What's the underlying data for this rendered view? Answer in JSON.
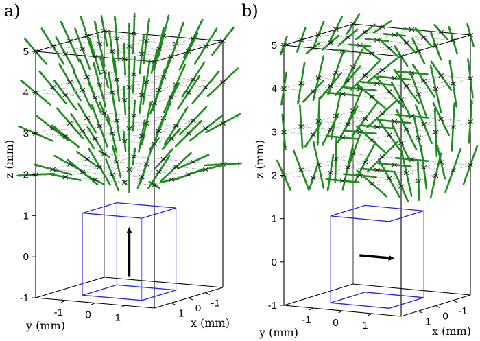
{
  "figure": {
    "panels": [
      {
        "label": "a)",
        "moment_direction": "z (vertical, up)",
        "axes": {
          "z_label": "z (mm)",
          "y_label": "y (mm)",
          "x_label": "x (mm)",
          "z_ticks": [
            "5",
            "4",
            "3",
            "2",
            "1",
            "0",
            "-1"
          ],
          "y_ticks": [
            "-1",
            "0",
            "1"
          ],
          "x_ticks": [
            "1",
            "0",
            "-1"
          ]
        }
      },
      {
        "label": "b)",
        "moment_direction": "x/y (horizontal)",
        "axes": {
          "z_label": "z (mm)",
          "y_label": "y (mm)",
          "x_label": "x (mm)",
          "z_ticks": [
            "5",
            "4",
            "3",
            "2",
            "1",
            "0",
            "-1"
          ],
          "y_ticks": [
            "-1",
            "0",
            "1"
          ],
          "x_ticks": [
            "1",
            "0",
            "-1"
          ]
        }
      }
    ]
  },
  "chart_data": [
    {
      "type": "scatter",
      "subtype": "3d-quiver",
      "title": "a)",
      "xlabel": "x (mm)",
      "ylabel": "y (mm)",
      "zlabel": "z (mm)",
      "xlim": [
        -2,
        2
      ],
      "ylim": [
        -2,
        2
      ],
      "zlim": [
        -1,
        5
      ],
      "z_ticks": [
        -1,
        0,
        1,
        2,
        3,
        4,
        5
      ],
      "y_ticks": [
        -1,
        0,
        1
      ],
      "x_ticks": [
        -1,
        0,
        1
      ],
      "grid_layers_z": [
        2,
        3,
        4,
        5
      ],
      "grid_xy": [
        -2,
        -1,
        0,
        1,
        2
      ],
      "source_cube": {
        "x": [
          -1,
          1
        ],
        "y": [
          -1,
          1
        ],
        "z": [
          -1,
          1
        ],
        "color": "#2222ee"
      },
      "source_moment": {
        "from": [
          0,
          0,
          -0.6
        ],
        "to": [
          0,
          0,
          0.6
        ],
        "color": "#000000"
      },
      "field_vectors": "green quiver arrows, largest at z=2, pointing radially outward/upward (dipole field of vertical moment); diminishing to near zero at z=4-5",
      "marker": "x",
      "vector_color": "#1e8c1e"
    },
    {
      "type": "scatter",
      "subtype": "3d-quiver",
      "title": "b)",
      "xlabel": "x (mm)",
      "ylabel": "y (mm)",
      "zlabel": "z (mm)",
      "xlim": [
        -2,
        2
      ],
      "ylim": [
        -2,
        2
      ],
      "zlim": [
        -1,
        5
      ],
      "z_ticks": [
        -1,
        0,
        1,
        2,
        3,
        4,
        5
      ],
      "y_ticks": [
        -1,
        0,
        1
      ],
      "x_ticks": [
        -1,
        0,
        1
      ],
      "grid_layers_z": [
        2,
        3,
        4,
        5
      ],
      "grid_xy": [
        -2,
        -1,
        0,
        1,
        2
      ],
      "source_cube": {
        "x": [
          -1,
          1
        ],
        "y": [
          -1,
          1
        ],
        "z": [
          -1,
          1
        ],
        "color": "#2222ee"
      },
      "source_moment": {
        "from": [
          0,
          -0.6,
          0
        ],
        "to": [
          0,
          0.6,
          0
        ],
        "color": "#000000"
      },
      "field_vectors": "green quiver arrows, largest at z=2, oriented horizontally/antiparallel near center (dipole field of horizontal moment); diminishing at z=4-5",
      "marker": "x",
      "vector_color": "#1e8c1e"
    }
  ]
}
